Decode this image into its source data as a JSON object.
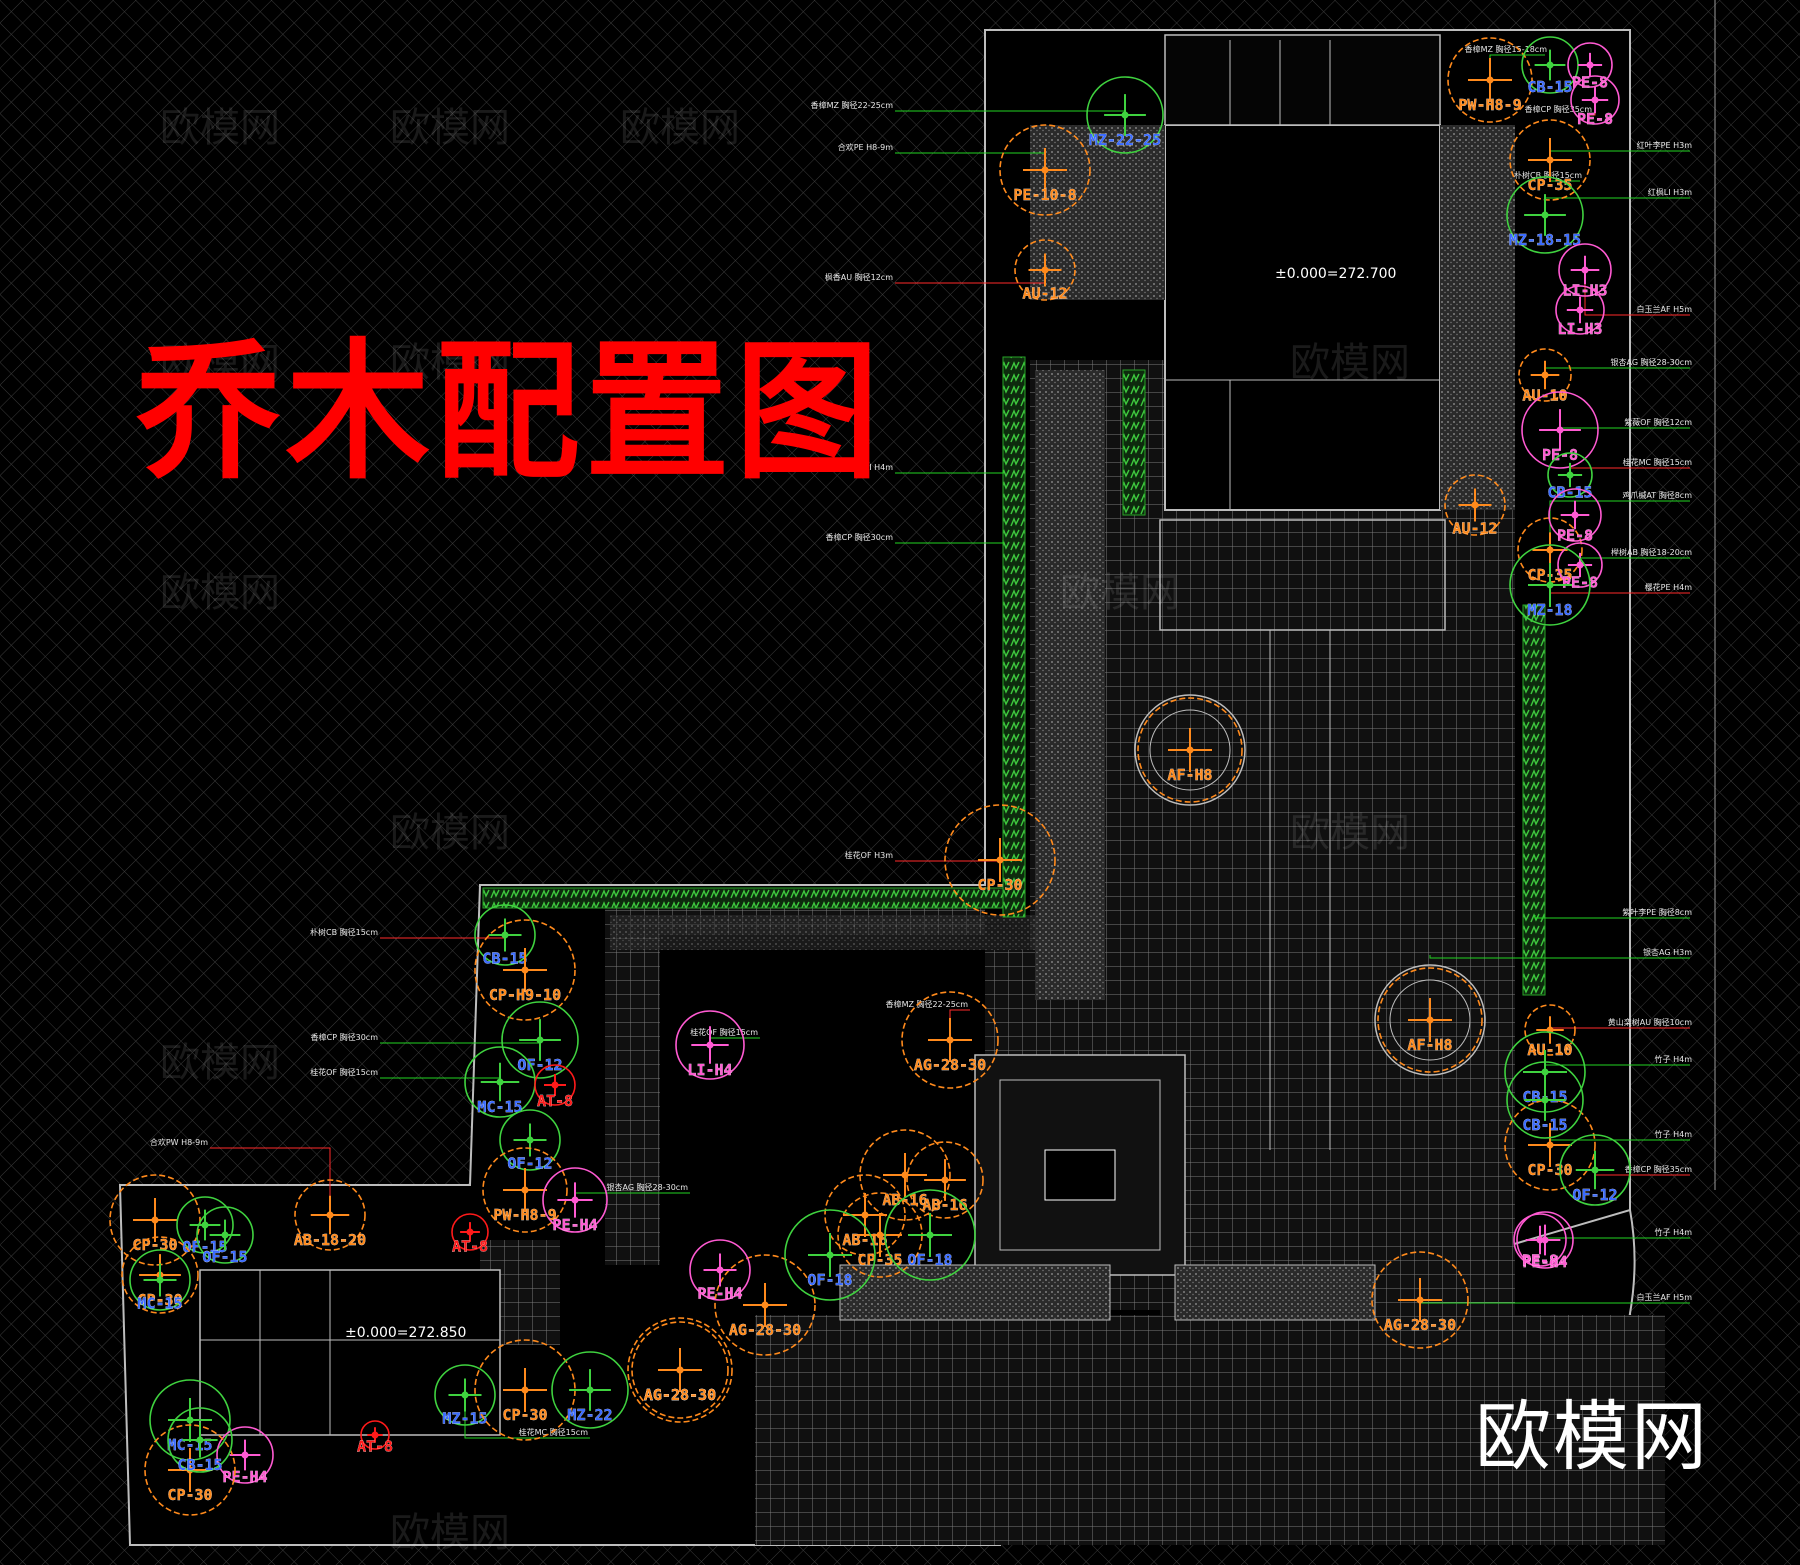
{
  "title": "乔木配置图",
  "brand": "欧模网",
  "watermarks": [
    "欧模网",
    "欧模网",
    "欧模网",
    "欧模网",
    "欧模网",
    "欧模网",
    "欧模网",
    "欧模网",
    "欧模网",
    "欧模网",
    "欧模网",
    "欧模网"
  ],
  "elevations": {
    "main": "±0.000=272.700",
    "lower": "±0.000=272.850"
  },
  "colors": {
    "background": "#000000",
    "walls": "#bdbdbd",
    "grid": "#6a6a6a",
    "hedge": "#27a327",
    "orange": "#ff8a1c",
    "green": "#3fd23f",
    "pink": "#ff5ad2",
    "red": "#ff1a1a",
    "leader_red": "#ff2a2a",
    "leader_green": "#22d422"
  },
  "trees": [
    {
      "name": "MZ-22-25",
      "color": "green"
    },
    {
      "name": "PE-10-8",
      "color": "orange"
    },
    {
      "name": "AU-12",
      "color": "orange"
    },
    {
      "name": "PW-H8-9",
      "color": "orange"
    },
    {
      "name": "CB-15",
      "color": "green"
    },
    {
      "name": "PE-8",
      "color": "pink"
    },
    {
      "name": "PE-8",
      "color": "pink"
    },
    {
      "name": "CP-35",
      "color": "orange"
    },
    {
      "name": "MZ-18-15",
      "color": "green"
    },
    {
      "name": "LI-H3",
      "color": "pink"
    },
    {
      "name": "LI-H3",
      "color": "pink"
    },
    {
      "name": "AU-10",
      "color": "orange"
    },
    {
      "name": "PE-8",
      "color": "pink"
    },
    {
      "name": "CB-15",
      "color": "green"
    },
    {
      "name": "AU-12",
      "color": "orange"
    },
    {
      "name": "CP-35",
      "color": "orange"
    },
    {
      "name": "PE-8",
      "color": "pink"
    },
    {
      "name": "PE-8",
      "color": "pink"
    },
    {
      "name": "MZ-18",
      "color": "green"
    },
    {
      "name": "AF-H8",
      "color": "orange"
    },
    {
      "name": "CP-30",
      "color": "orange"
    },
    {
      "name": "AF-H8",
      "color": "orange"
    },
    {
      "name": "AU-10",
      "color": "orange"
    },
    {
      "name": "CB-15",
      "color": "green"
    },
    {
      "name": "CP-30",
      "color": "orange"
    },
    {
      "name": "OF-12",
      "color": "green"
    },
    {
      "name": "PE-H4",
      "color": "pink"
    },
    {
      "name": "AG-28-30",
      "color": "orange"
    },
    {
      "name": "CB-15",
      "color": "green"
    },
    {
      "name": "CP-H9-10",
      "color": "orange"
    },
    {
      "name": "OF-12",
      "color": "green"
    },
    {
      "name": "MC-15",
      "color": "green"
    },
    {
      "name": "AT-8",
      "color": "red"
    },
    {
      "name": "OF-12",
      "color": "green"
    },
    {
      "name": "PW-H8-9",
      "color": "orange"
    },
    {
      "name": "PE-H4",
      "color": "pink"
    },
    {
      "name": "AT-8",
      "color": "red"
    },
    {
      "name": "LI-H4",
      "color": "pink"
    },
    {
      "name": "AG-28-30",
      "color": "orange"
    },
    {
      "name": "AB-16",
      "color": "orange"
    },
    {
      "name": "AB-16",
      "color": "orange"
    },
    {
      "name": "AB-16",
      "color": "orange"
    },
    {
      "name": "CP-35",
      "color": "orange"
    },
    {
      "name": "OF-18",
      "color": "green"
    },
    {
      "name": "OF-18",
      "color": "green"
    },
    {
      "name": "PE-H4",
      "color": "pink"
    },
    {
      "name": "AG-28-30",
      "color": "orange"
    },
    {
      "name": "AG-28-30",
      "color": "orange"
    },
    {
      "name": "CP-30",
      "color": "orange"
    },
    {
      "name": "OF-15",
      "color": "green"
    },
    {
      "name": "AB-18-20",
      "color": "orange"
    },
    {
      "name": "CP-30",
      "color": "orange"
    },
    {
      "name": "MC-15",
      "color": "green"
    },
    {
      "name": "OF-15",
      "color": "green"
    },
    {
      "name": "MZ-15",
      "color": "green"
    },
    {
      "name": "CP-30",
      "color": "orange"
    },
    {
      "name": "MZ-22",
      "color": "green"
    },
    {
      "name": "AG-28-30",
      "color": "orange"
    },
    {
      "name": "MC-15",
      "color": "green"
    },
    {
      "name": "PE-H4",
      "color": "pink"
    },
    {
      "name": "CP-30",
      "color": "orange"
    },
    {
      "name": "AT-8",
      "color": "red"
    },
    {
      "name": "CB-15",
      "color": "green"
    },
    {
      "name": "PE-8",
      "color": "pink"
    },
    {
      "name": "CB-15",
      "color": "green"
    }
  ],
  "notes": [
    "香樟MZ 胸径22-25cm",
    "合欢PE H8-9m",
    "枫香AU 胸径12cm",
    "香樟MZ 胸径15-18cm",
    "朴树CB 胸径15cm",
    "香樟CP 胸径35cm",
    "红叶李PE H3m",
    "红枫LI H3m",
    "白玉兰AF H5m",
    "银杏AG 胸径28-30cm",
    "紫薇OF 胸径12cm",
    "桂花MC 胸径15cm",
    "鸡爪槭AT 胸径8cm",
    "榉树AB 胸径18-20cm",
    "樱花PE H4m",
    "乐昌含笑LI H4m",
    "香樟CP 胸径30cm",
    "桂花OF H3m",
    "紫叶李PE 胸径8cm",
    "银杏AG H3m",
    "黄山栾树AU 胸径10cm",
    "竹子 H4m",
    "竹子 H4m",
    "香樟CP 胸径35cm",
    "竹子 H4m",
    "白玉兰AF H5m",
    "朴树CB 胸径15cm",
    "香樟CP 胸径30cm",
    "桂花OF 胸径15cm",
    "合欢PW H8-9m",
    "银杏AG 胸径28-30cm",
    "桂花OF 胸径15cm",
    "香樟MZ 胸径22-25cm",
    "桂花MC 胸径15cm"
  ]
}
